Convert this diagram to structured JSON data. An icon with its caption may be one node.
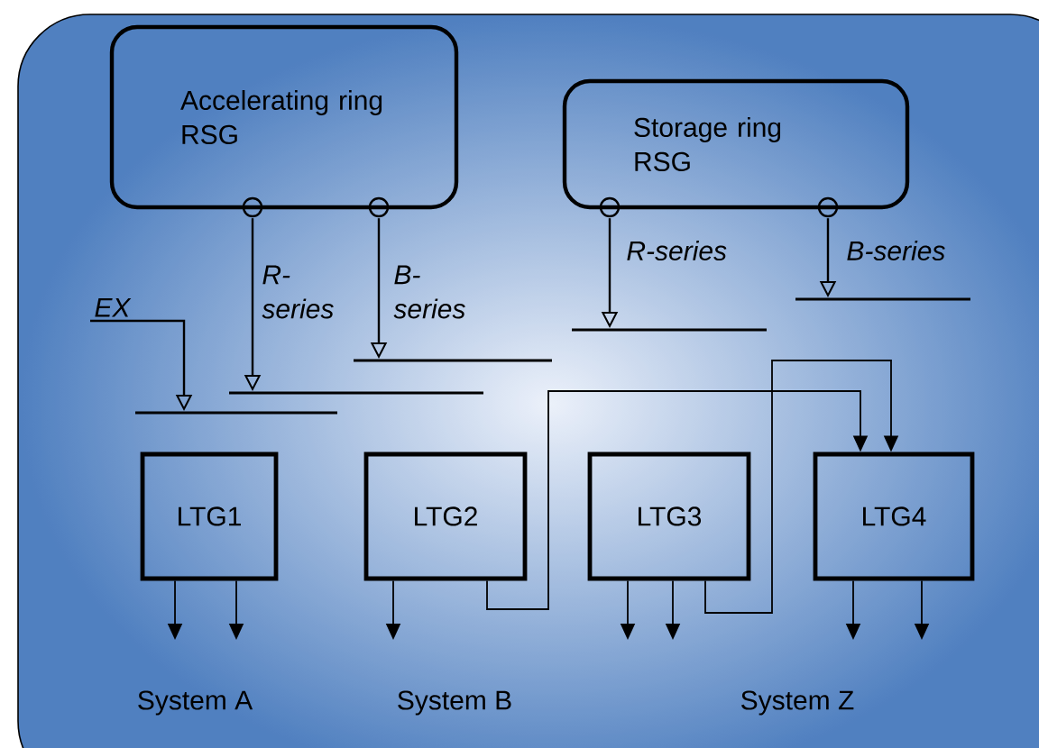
{
  "diagram": {
    "nodes": [
      {
        "text": [
          "Accelerating ring RSG"
        ]
      },
      {
        "text": [
          "Storage ring RSG"
        ]
      },
      {
        "text": [
          "EX"
        ]
      },
      {
        "text": [],
        "shape": "bar"
      },
      {
        "text": [],
        "shape": "bar"
      },
      {
        "text": [],
        "shape": "bar"
      },
      {
        "text": [],
        "shape": "bar"
      },
      {
        "text": [],
        "shape": "bar"
      },
      {
        "text": [
          "LTG1"
        ]
      },
      {
        "text": [
          "LTG2"
        ]
      },
      {
        "text": [
          "LTG3"
        ]
      },
      {
        "text": [
          "LTG4"
        ]
      }
    ],
    "edges": [
      {
        "from": 2,
        "to": 3,
        "arrow": "to"
      },
      {
        "from": 0,
        "to": 4,
        "arrow": "to",
        "label": "R-series"
      },
      {
        "from": 0,
        "to": 5,
        "arrow": "to",
        "label": "B-series"
      },
      {
        "from": 1,
        "to": 6,
        "arrow": "to",
        "label": "R-series"
      },
      {
        "from": 1,
        "to": 7,
        "arrow": "to",
        "label": "B-series"
      },
      {
        "from": 9,
        "to": 11,
        "arrow": "to"
      },
      {
        "from": 10,
        "to": 11,
        "arrow": "to"
      },
      {
        "from": 8,
        "to": null,
        "arrow": "to"
      },
      {
        "from": 8,
        "to": null,
        "arrow": "to"
      },
      {
        "from": 9,
        "to": null,
        "arrow": "to"
      },
      {
        "from": 10,
        "to": null,
        "arrow": "to"
      },
      {
        "from": 10,
        "to": null,
        "arrow": "to"
      },
      {
        "from": 11,
        "to": null,
        "arrow": "to"
      },
      {
        "from": 11,
        "to": null,
        "arrow": "to"
      }
    ],
    "labels": [
      "System A",
      "System B",
      "System Z"
    ]
  }
}
